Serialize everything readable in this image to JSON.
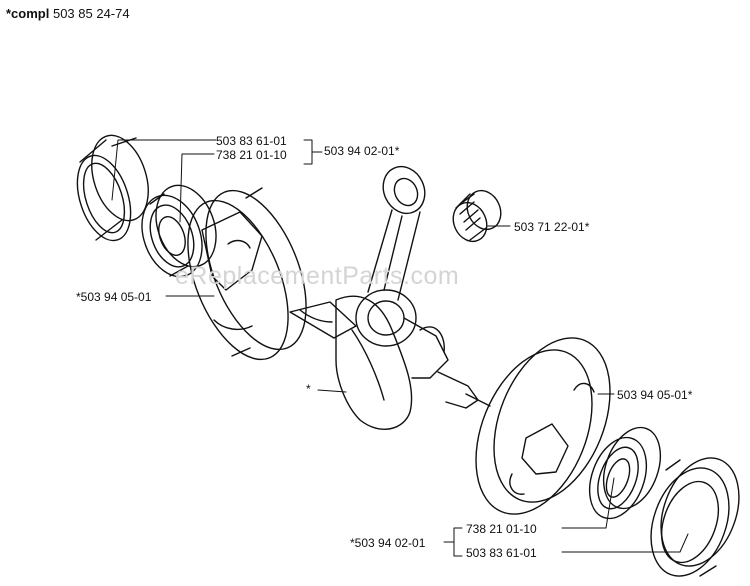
{
  "title": {
    "prefix": "*compl",
    "number": "503 85 24-74"
  },
  "watermark": "eReplacementParts.com",
  "labels": {
    "bearing_ring_top": "503 83 61-01",
    "bearing_top": "738 21 01-10",
    "group_top": "503 94 02-01*",
    "needle_bearing": "503 71 22-01*",
    "crank_half_left": "*503 94 05-01",
    "crank_half_right": "503 94 05-01*",
    "crankshaft": "*",
    "group_bottom": "*503 94 02-01",
    "bearing_bottom": "738 21 01-10",
    "bearing_ring_bottom": "503 83 61-01"
  }
}
